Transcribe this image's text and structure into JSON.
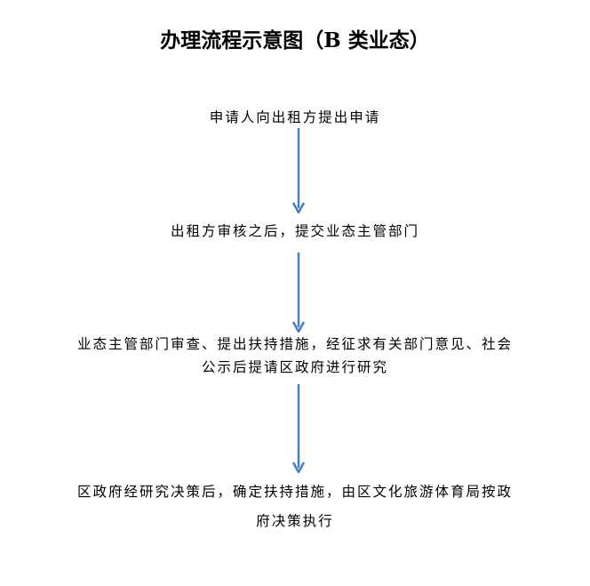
{
  "title": "办理流程示意图（B 类业态）",
  "steps": [
    {
      "lines": [
        "申请人向出租方提出申请"
      ]
    },
    {
      "lines": [
        "出租方审核之后，提交业态主管部门"
      ]
    },
    {
      "lines": [
        "业态主管部门审查、提出扶持措施，经征求有关部门意见、社会",
        "公示后提请区政府进行研究"
      ]
    },
    {
      "lines": [
        "区政府经研究决策后，确定扶持措施，由区文化旅游体育局按政",
        "府决策执行"
      ]
    }
  ],
  "colors": {
    "arrow": "#4a7ebb"
  }
}
